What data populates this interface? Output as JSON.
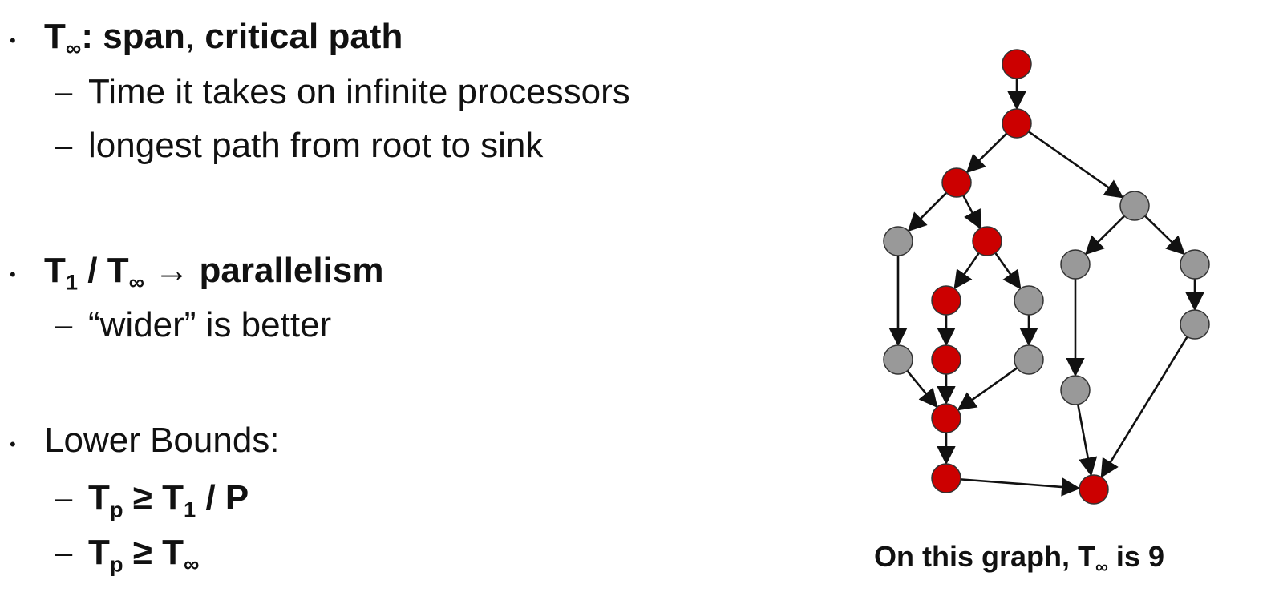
{
  "slide": {
    "bullet1": {
      "t_letter": "T",
      "inf_sub": "∞",
      "rest_bold": ": span",
      "comma": ",",
      "critical": " critical path",
      "sub1": "Time it takes on infinite processors",
      "sub2": "longest path from root to sink"
    },
    "bullet2": {
      "t_letter": "T",
      "one_sub": "1",
      "slash": " / ",
      "t2_letter": "T",
      "inf_sub": "∞",
      "arrow": " → ",
      "parallelism": " parallelism",
      "sub1": "“wider” is better"
    },
    "bullet3": {
      "label": "Lower Bounds:",
      "f1_t": "T",
      "f1_p": "p",
      "f1_ge": " ≥ ",
      "f1_t1": "T",
      "f1_one": "1",
      "f1_rest": " / P",
      "f2_t": "T",
      "f2_p": "p",
      "f2_ge": " ≥ ",
      "f2_inf": "∞"
    },
    "markers": {
      "bullet": "•",
      "dash": "–"
    }
  },
  "graph": {
    "colors": {
      "critical": "#cc0000",
      "normal": "#999999",
      "stroke": "#333333"
    },
    "nodes": [
      {
        "id": "n1",
        "critical": true
      },
      {
        "id": "n2",
        "critical": true
      },
      {
        "id": "n3",
        "critical": true
      },
      {
        "id": "n4",
        "critical": false
      },
      {
        "id": "n5",
        "critical": true
      },
      {
        "id": "n6",
        "critical": false
      },
      {
        "id": "n7",
        "critical": false
      },
      {
        "id": "n8",
        "critical": false
      },
      {
        "id": "n9",
        "critical": true
      },
      {
        "id": "n10",
        "critical": false
      },
      {
        "id": "n11",
        "critical": false
      },
      {
        "id": "n12",
        "critical": true
      },
      {
        "id": "n13",
        "critical": false
      },
      {
        "id": "n14",
        "critical": false
      },
      {
        "id": "n15",
        "critical": false
      },
      {
        "id": "n16",
        "critical": true
      },
      {
        "id": "n17",
        "critical": true
      },
      {
        "id": "n18",
        "critical": true
      }
    ],
    "edges": [
      [
        "n1",
        "n2"
      ],
      [
        "n2",
        "n3"
      ],
      [
        "n2",
        "n6"
      ],
      [
        "n3",
        "n4"
      ],
      [
        "n3",
        "n5"
      ],
      [
        "n6",
        "n7"
      ],
      [
        "n6",
        "n8"
      ],
      [
        "n5",
        "n9"
      ],
      [
        "n5",
        "n10"
      ],
      [
        "n4",
        "n11"
      ],
      [
        "n9",
        "n12"
      ],
      [
        "n10",
        "n13"
      ],
      [
        "n7",
        "n14"
      ],
      [
        "n8",
        "n15"
      ],
      [
        "n11",
        "n16"
      ],
      [
        "n12",
        "n16"
      ],
      [
        "n13",
        "n16"
      ],
      [
        "n16",
        "n17"
      ],
      [
        "n17",
        "n18"
      ],
      [
        "n14",
        "n18"
      ],
      [
        "n15",
        "n18"
      ]
    ],
    "caption": {
      "prefix": "On this graph, T",
      "inf": "∞",
      "suffix": "  is  9"
    }
  }
}
